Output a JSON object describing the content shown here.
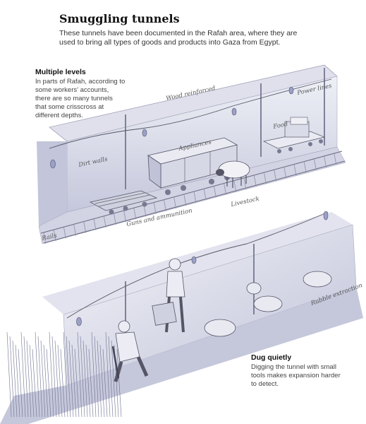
{
  "title": "Smuggling tunnels",
  "subtitle": "These tunnels have been documented in the Rafah area, where they are used to bring all types of goods and products into Gaza from Egypt.",
  "sections": [
    {
      "heading": "Multiple levels",
      "text": "In parts of Rafah, according to some workers' accounts, there are so many tunnels that some crisscross at different depths."
    },
    {
      "heading": "Dug quietly",
      "text": "Digging the tunnel with small tools makes expansion harder to detect."
    }
  ],
  "labels": {
    "wood_reinforced": "Wood reinforced",
    "power_lines": "Power lines",
    "food": "Food",
    "appliances": "Appliances",
    "dirt_walls": "Dirt walls",
    "livestock": "Livestock",
    "guns": "Guns and ammunition",
    "rails": "Rails",
    "rubble": "Rubble extraction"
  },
  "colors": {
    "shade": "#c9cadf",
    "shade_light": "#e4e5f0",
    "ink": "#555566",
    "bulb": "#9aa0c8"
  },
  "icons": [
    "light-bulb-icon",
    "cart-icon",
    "sheep-icon",
    "bucket-icon"
  ]
}
